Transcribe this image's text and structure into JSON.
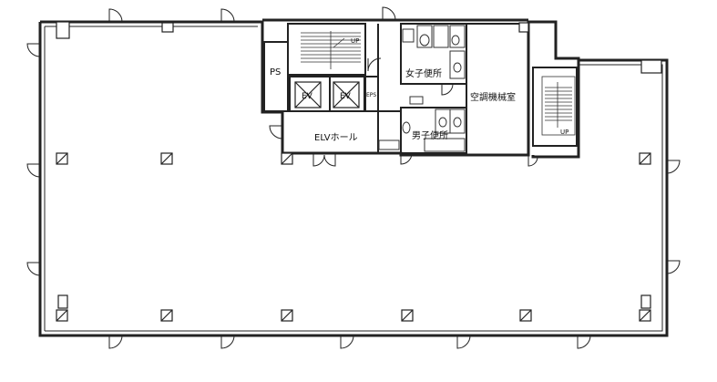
{
  "rooms": {
    "ps": "PS",
    "up_main": "UP",
    "ev_left": "EV",
    "ev_right": "EV",
    "eps": "EPS",
    "elv_hall": "ELVホール",
    "womens_toilet": "女子便所",
    "mens_toilet": "男子便所",
    "mechanical_room": "空調機械室",
    "up_east": "UP"
  }
}
